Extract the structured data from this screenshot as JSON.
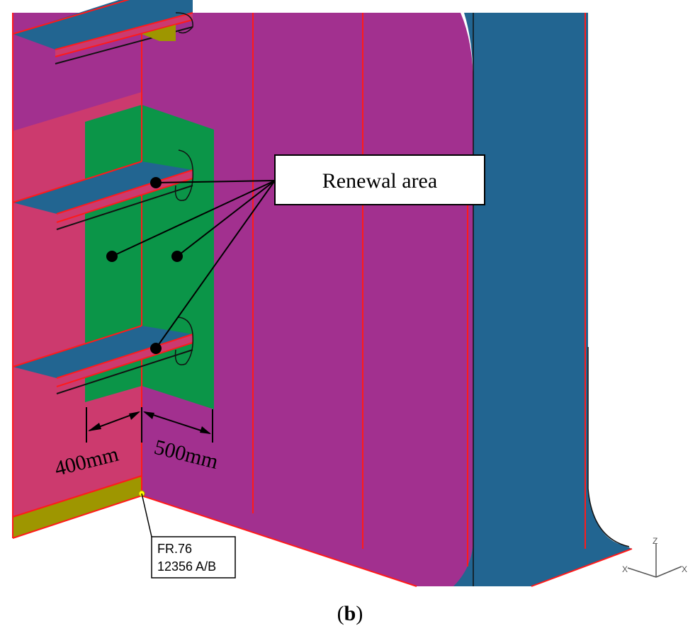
{
  "figure": {
    "callout_label": "Renewal area",
    "dimension_left": "400mm",
    "dimension_right": "500mm",
    "frame_tag_line1": "FR.76",
    "frame_tag_line2": "12356 A/B",
    "axis_z": "Z",
    "axis_x": "X",
    "caption_open": "(",
    "caption_letter": "b",
    "caption_close": ")"
  },
  "colors": {
    "magenta_plate": "#a2308f",
    "pink_plate": "#cc3a6e",
    "green_renewal": "#0b9548",
    "blue_girder": "#226591",
    "olive_strip": "#9e9600",
    "red_edge": "#ff1a1a"
  }
}
